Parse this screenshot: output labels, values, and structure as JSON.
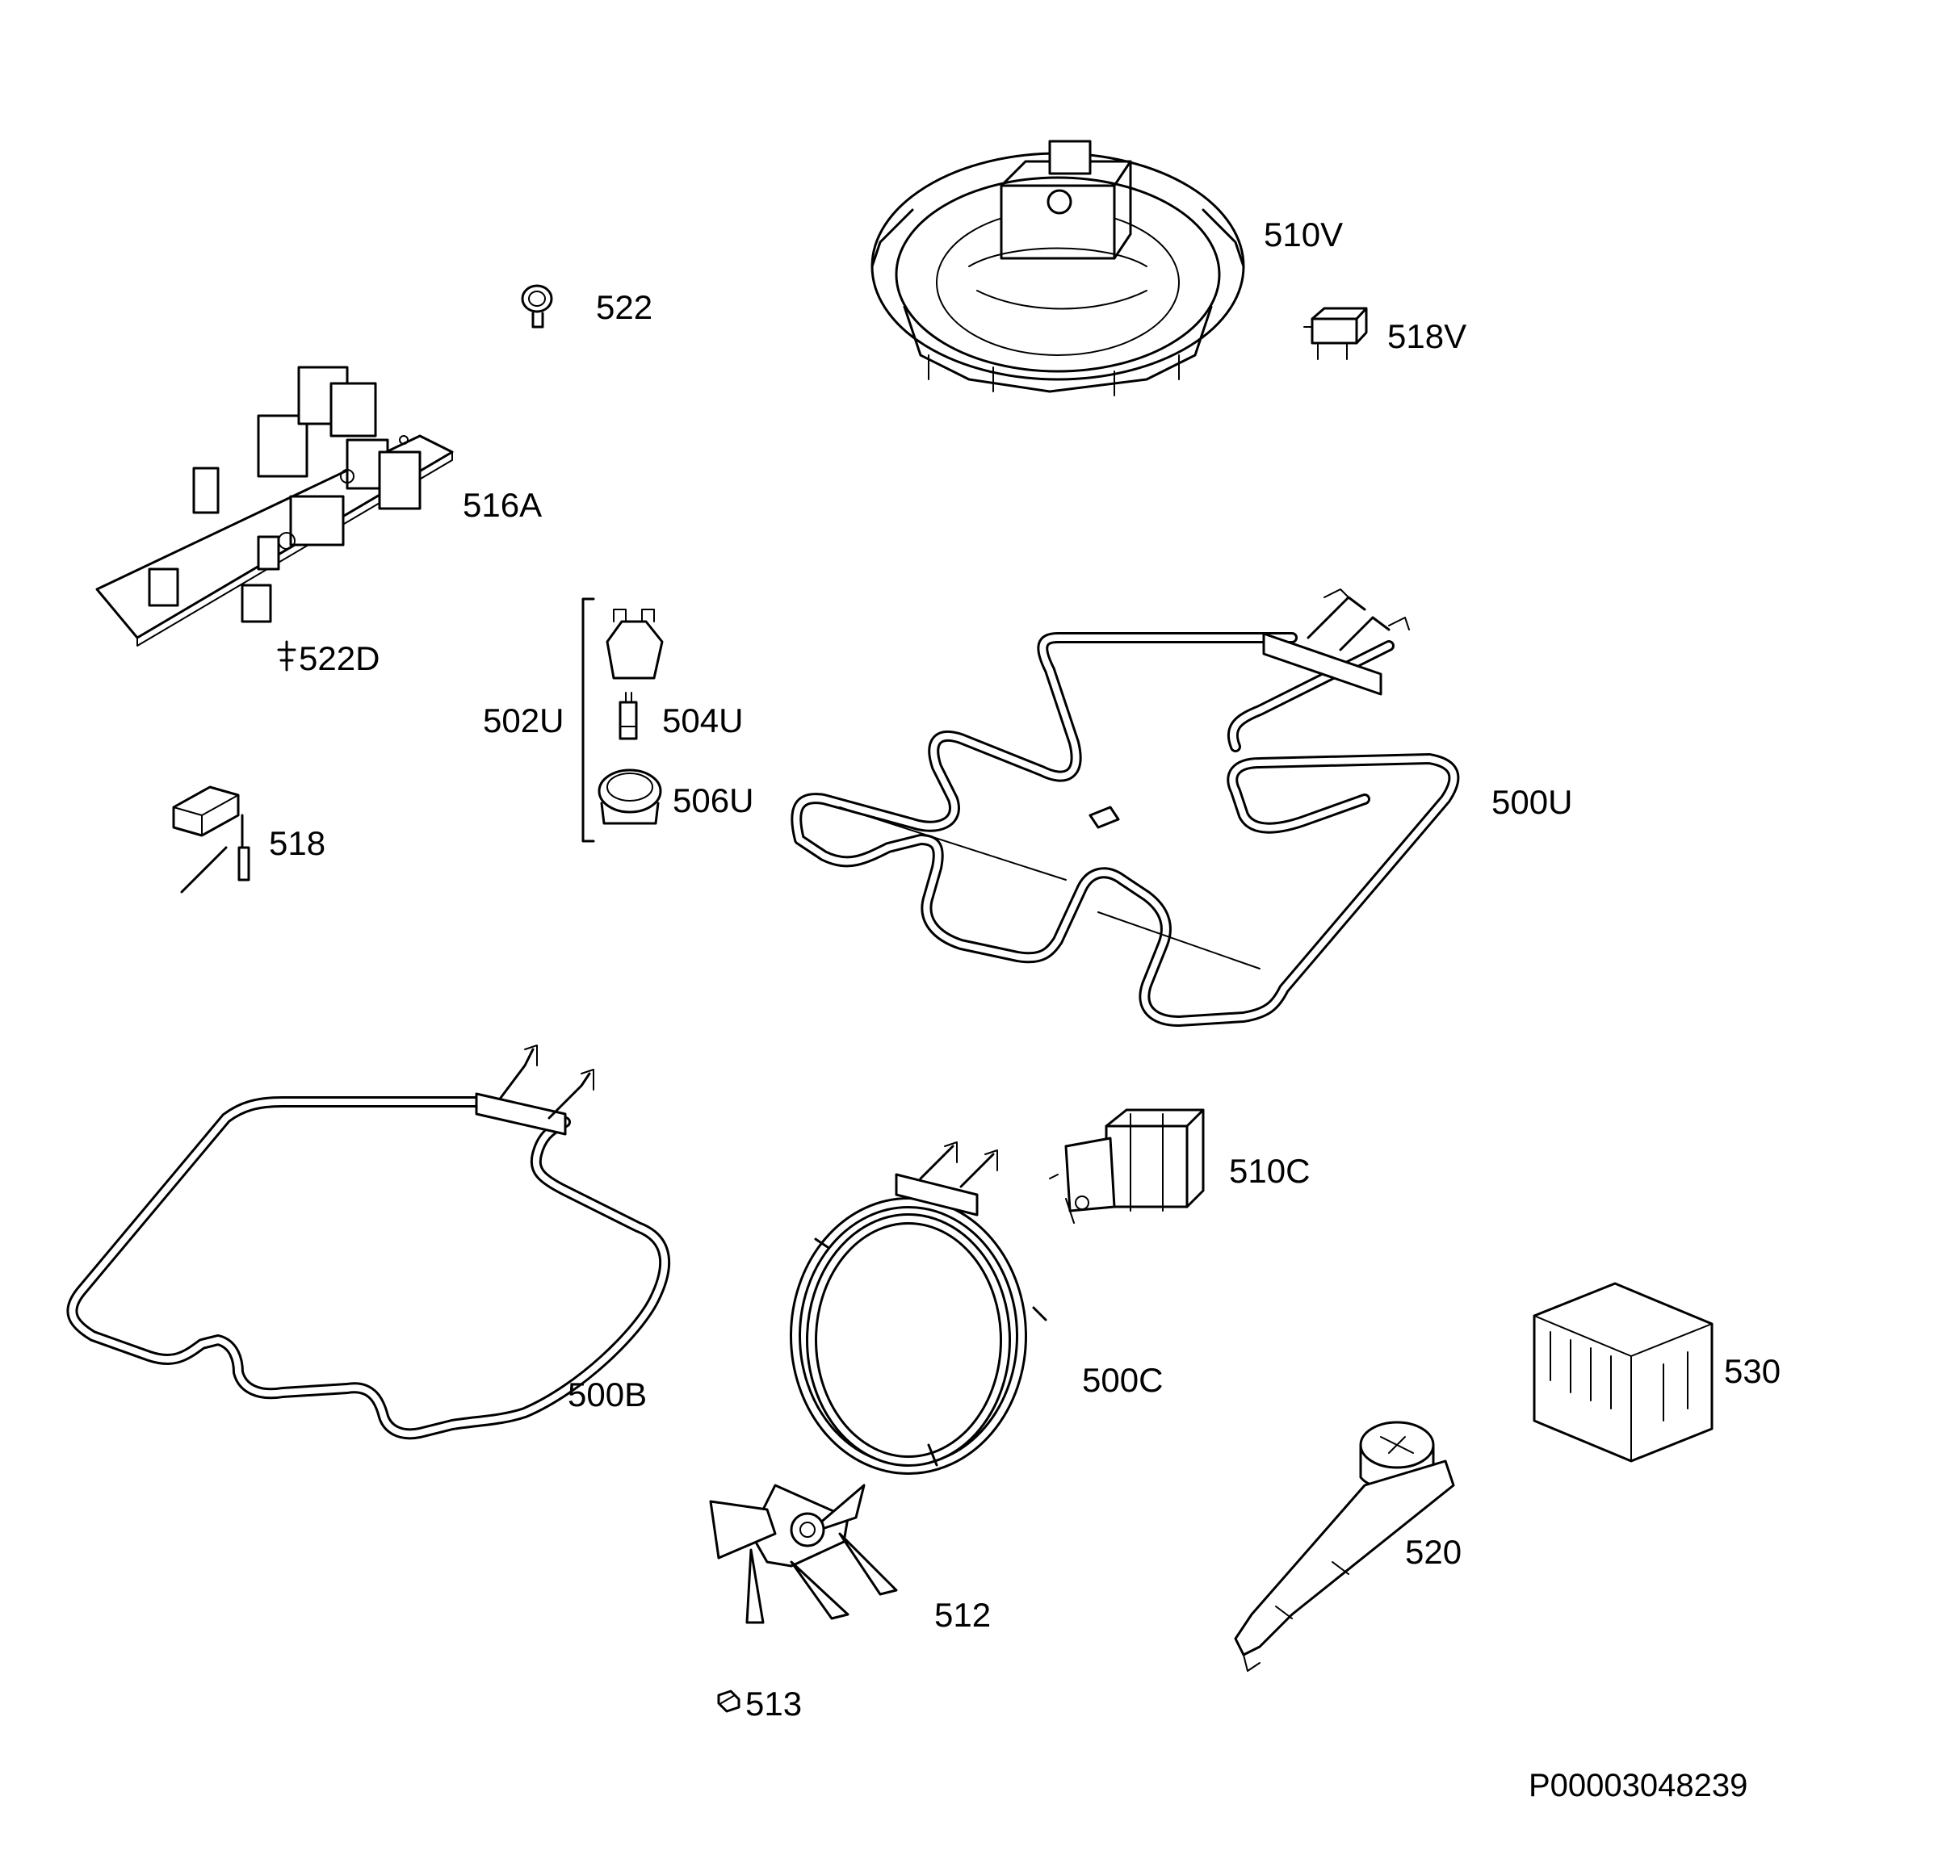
{
  "diagram": {
    "labels": [
      {
        "id": "510V",
        "text": "510V"
      },
      {
        "id": "522",
        "text": "522"
      },
      {
        "id": "518V",
        "text": "518V"
      },
      {
        "id": "516A",
        "text": "516A"
      },
      {
        "id": "522D",
        "text": "522D"
      },
      {
        "id": "502U",
        "text": "502U"
      },
      {
        "id": "504U",
        "text": "504U"
      },
      {
        "id": "506U",
        "text": "506U"
      },
      {
        "id": "518",
        "text": "518"
      },
      {
        "id": "500U",
        "text": "500U"
      },
      {
        "id": "510C",
        "text": "510C"
      },
      {
        "id": "500B",
        "text": "500B"
      },
      {
        "id": "500C",
        "text": "500C"
      },
      {
        "id": "530",
        "text": "530"
      },
      {
        "id": "520",
        "text": "520"
      },
      {
        "id": "512",
        "text": "512"
      },
      {
        "id": "513",
        "text": "513"
      }
    ],
    "document_id": "P00003048239"
  }
}
